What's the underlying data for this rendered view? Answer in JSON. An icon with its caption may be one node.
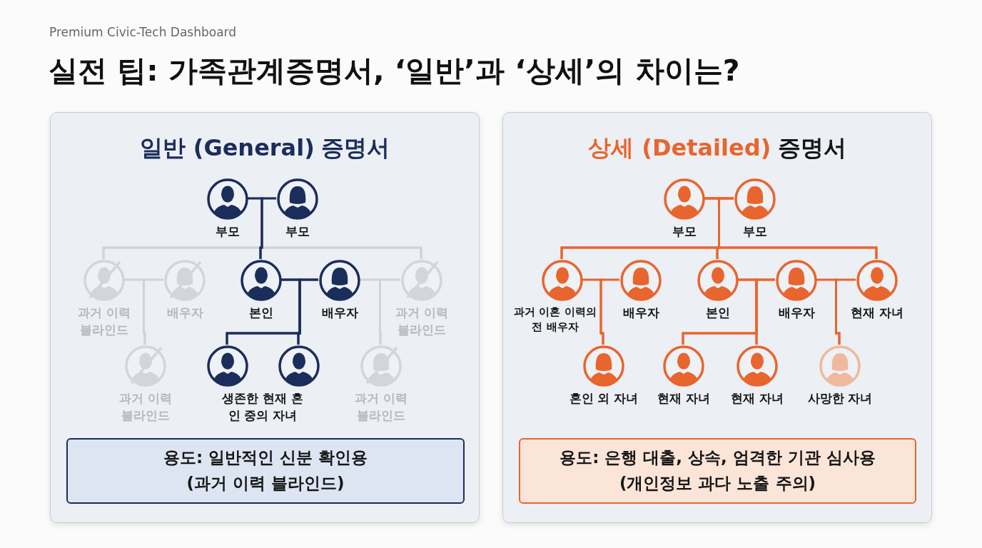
{
  "diagram": {
    "title": "실전 팁: 가족관계증명서, ‘일반’과 ‘상세’의 차이는?",
    "nodes": [
      {
        "text": [
          "일반 (General)",
          "증명서"
        ]
      },
      {
        "text": [],
        "shape": "person",
        "beside": [
          "부모"
        ],
        "in": 0
      },
      {
        "text": [],
        "shape": "person",
        "beside": [
          "부모"
        ],
        "in": 0
      },
      {
        "text": [],
        "shape": "person",
        "beside": [
          "과거 이력 블라인드"
        ],
        "in": 0
      },
      {
        "text": [],
        "shape": "person",
        "beside": [
          "배우자"
        ],
        "in": 0
      },
      {
        "text": [],
        "shape": "person",
        "beside": [
          "본인"
        ],
        "in": 0
      },
      {
        "text": [],
        "shape": "person",
        "beside": [
          "배우자"
        ],
        "in": 0
      },
      {
        "text": [],
        "shape": "person",
        "beside": [
          "과거 이력 블라인드"
        ],
        "in": 0
      },
      {
        "text": [],
        "shape": "person",
        "beside": [
          "과거 이력 블라인드"
        ],
        "in": 0
      },
      {
        "text": [],
        "shape": "person",
        "in": 0
      },
      {
        "text": [],
        "shape": "person",
        "in": 0
      },
      {
        "text": [],
        "shape": "person",
        "beside": [
          "과거 이력 블라인드"
        ],
        "in": 0
      },
      {
        "text": [
          "용도: 일반적인 신분 확인용",
          "(과거 이력 블라인드)"
        ],
        "in": 0
      },
      {
        "text": [
          "상세 (Detailed)",
          "증명서"
        ]
      },
      {
        "text": [],
        "shape": "person",
        "beside": [
          "부모"
        ],
        "in": 13
      },
      {
        "text": [],
        "shape": "person",
        "beside": [
          "부모"
        ],
        "in": 13
      },
      {
        "text": [],
        "shape": "person",
        "beside": [
          "과거 이혼 이력의 전 배우자"
        ],
        "in": 13
      },
      {
        "text": [],
        "shape": "person",
        "beside": [
          "배우자"
        ],
        "in": 13
      },
      {
        "text": [],
        "shape": "person",
        "beside": [
          "본인"
        ],
        "in": 13
      },
      {
        "text": [],
        "shape": "person",
        "beside": [
          "배우자"
        ],
        "in": 13
      },
      {
        "text": [],
        "shape": "person",
        "beside": [
          "현재 자녀"
        ],
        "in": 13
      },
      {
        "text": [],
        "shape": "person",
        "beside": [
          "혼인 외 자녀"
        ],
        "in": 13
      },
      {
        "text": [],
        "shape": "person",
        "beside": [
          "현재 자녀"
        ],
        "in": 13
      },
      {
        "text": [],
        "shape": "person",
        "beside": [
          "현재 자녀"
        ],
        "in": 13
      },
      {
        "text": [],
        "shape": "person",
        "beside": [
          "사망한 자녀"
        ],
        "in": 13
      },
      {
        "text": [
          "용도: 은행 대출, 상속, 엄격한 기관 심사용",
          "(개인정보 과다 노출 주의)"
        ],
        "in": 13
      }
    ],
    "edges": [
      {
        "from": 1,
        "to": 3,
        "arrow": "none",
        "color": "#cfd3da"
      },
      {
        "from": 2,
        "to": 3,
        "arrow": "none",
        "color": "#cfd3da"
      },
      {
        "from": 1,
        "to": 7,
        "arrow": "none",
        "color": "#cfd3da"
      },
      {
        "from": 2,
        "to": 7,
        "arrow": "none",
        "color": "#cfd3da"
      },
      {
        "from": 3,
        "to": 8,
        "arrow": "none",
        "color": "#cfd3da"
      },
      {
        "from": 4,
        "to": 8,
        "arrow": "none",
        "color": "#cfd3da"
      },
      {
        "from": 6,
        "to": 11,
        "arrow": "none",
        "color": "#cfd3da"
      },
      {
        "from": 7,
        "to": 11,
        "arrow": "none",
        "color": "#cfd3da"
      },
      {
        "from": 1,
        "to": 5,
        "arrow": "none",
        "color": "#1b2d5b"
      },
      {
        "from": 2,
        "to": 5,
        "arrow": "none",
        "color": "#1b2d5b"
      },
      {
        "from": 5,
        "to": 9,
        "arrow": "none",
        "color": "#1b2d5b"
      },
      {
        "from": 6,
        "to": 9,
        "arrow": "none",
        "color": "#1b2d5b"
      },
      {
        "from": 5,
        "to": 10,
        "arrow": "none",
        "color": "#1b2d5b"
      },
      {
        "from": 6,
        "to": 10,
        "arrow": "none",
        "color": "#1b2d5b"
      },
      {
        "from": 14,
        "to": 16,
        "arrow": "none"
      },
      {
        "from": 15,
        "to": 16,
        "arrow": "none"
      },
      {
        "from": 14,
        "to": 18,
        "arrow": "none"
      },
      {
        "from": 15,
        "to": 18,
        "arrow": "none"
      },
      {
        "from": 14,
        "to": 20,
        "arrow": "none"
      },
      {
        "from": 15,
        "to": 20,
        "arrow": "none"
      },
      {
        "from": 16,
        "to": 21,
        "arrow": "none"
      },
      {
        "from": 17,
        "to": 21,
        "arrow": "none"
      },
      {
        "from": 18,
        "to": 22,
        "arrow": "none"
      },
      {
        "from": 19,
        "to": 22,
        "arrow": "none"
      },
      {
        "from": 18,
        "to": 23,
        "arrow": "none"
      },
      {
        "from": 19,
        "to": 23,
        "arrow": "none"
      },
      {
        "from": 19,
        "to": 24,
        "arrow": "none"
      },
      {
        "from": 20,
        "to": 24,
        "arrow": "none"
      }
    ],
    "labels": [
      "Premium Civic-Tech Dashboard",
      "생존한 현재 혼인 중의 자녀"
    ]
  }
}
